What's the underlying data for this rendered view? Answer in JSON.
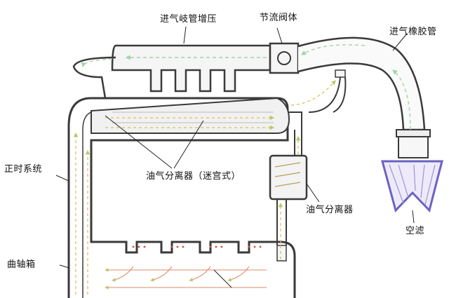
{
  "labels": {
    "intake_manifold": "进气岐管增压",
    "throttle_body": "节流阀体",
    "intake_hose": "进气橡胶管",
    "timing_system": "正时系统",
    "separator_labyrinth": "油气分离器（迷宫式）",
    "separator": "油气分离器",
    "crankcase": "曲轴箱",
    "air_filter": "空滤"
  },
  "colors": {
    "outline": "#3a3a3a",
    "wall": "#f3f3f3",
    "clean_air": "#9fd4a8",
    "blowby": "#f0c84a",
    "oil_drop": "#d94a3a",
    "filter": "#6b63c2"
  }
}
